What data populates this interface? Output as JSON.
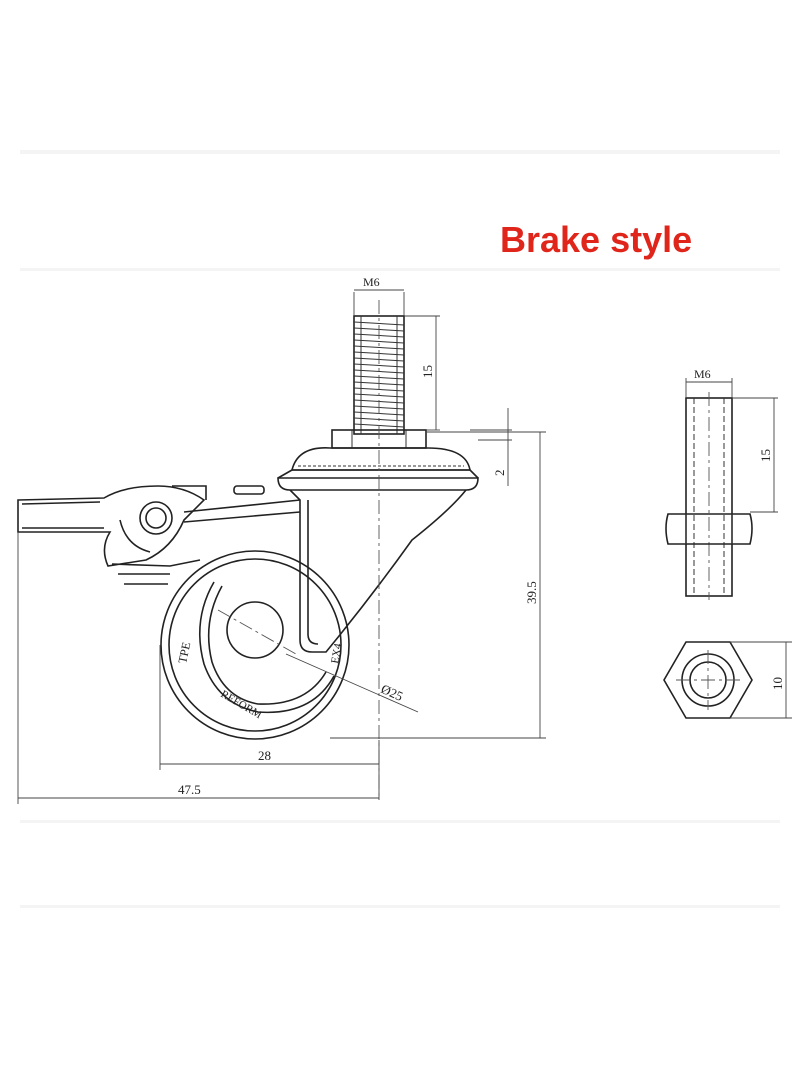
{
  "title": "Brake style",
  "dimensions": {
    "thread": "M6",
    "stem_length": "15",
    "plate_thickness": "2",
    "total_height": "39.5",
    "wheel_diameter": "Ø25",
    "offset_width": "28",
    "total_width": "47.5",
    "side_thread": "M6",
    "side_stem_length": "15",
    "nut_width": "10"
  },
  "colors": {
    "title": "#e0251b",
    "line": "#222222"
  }
}
